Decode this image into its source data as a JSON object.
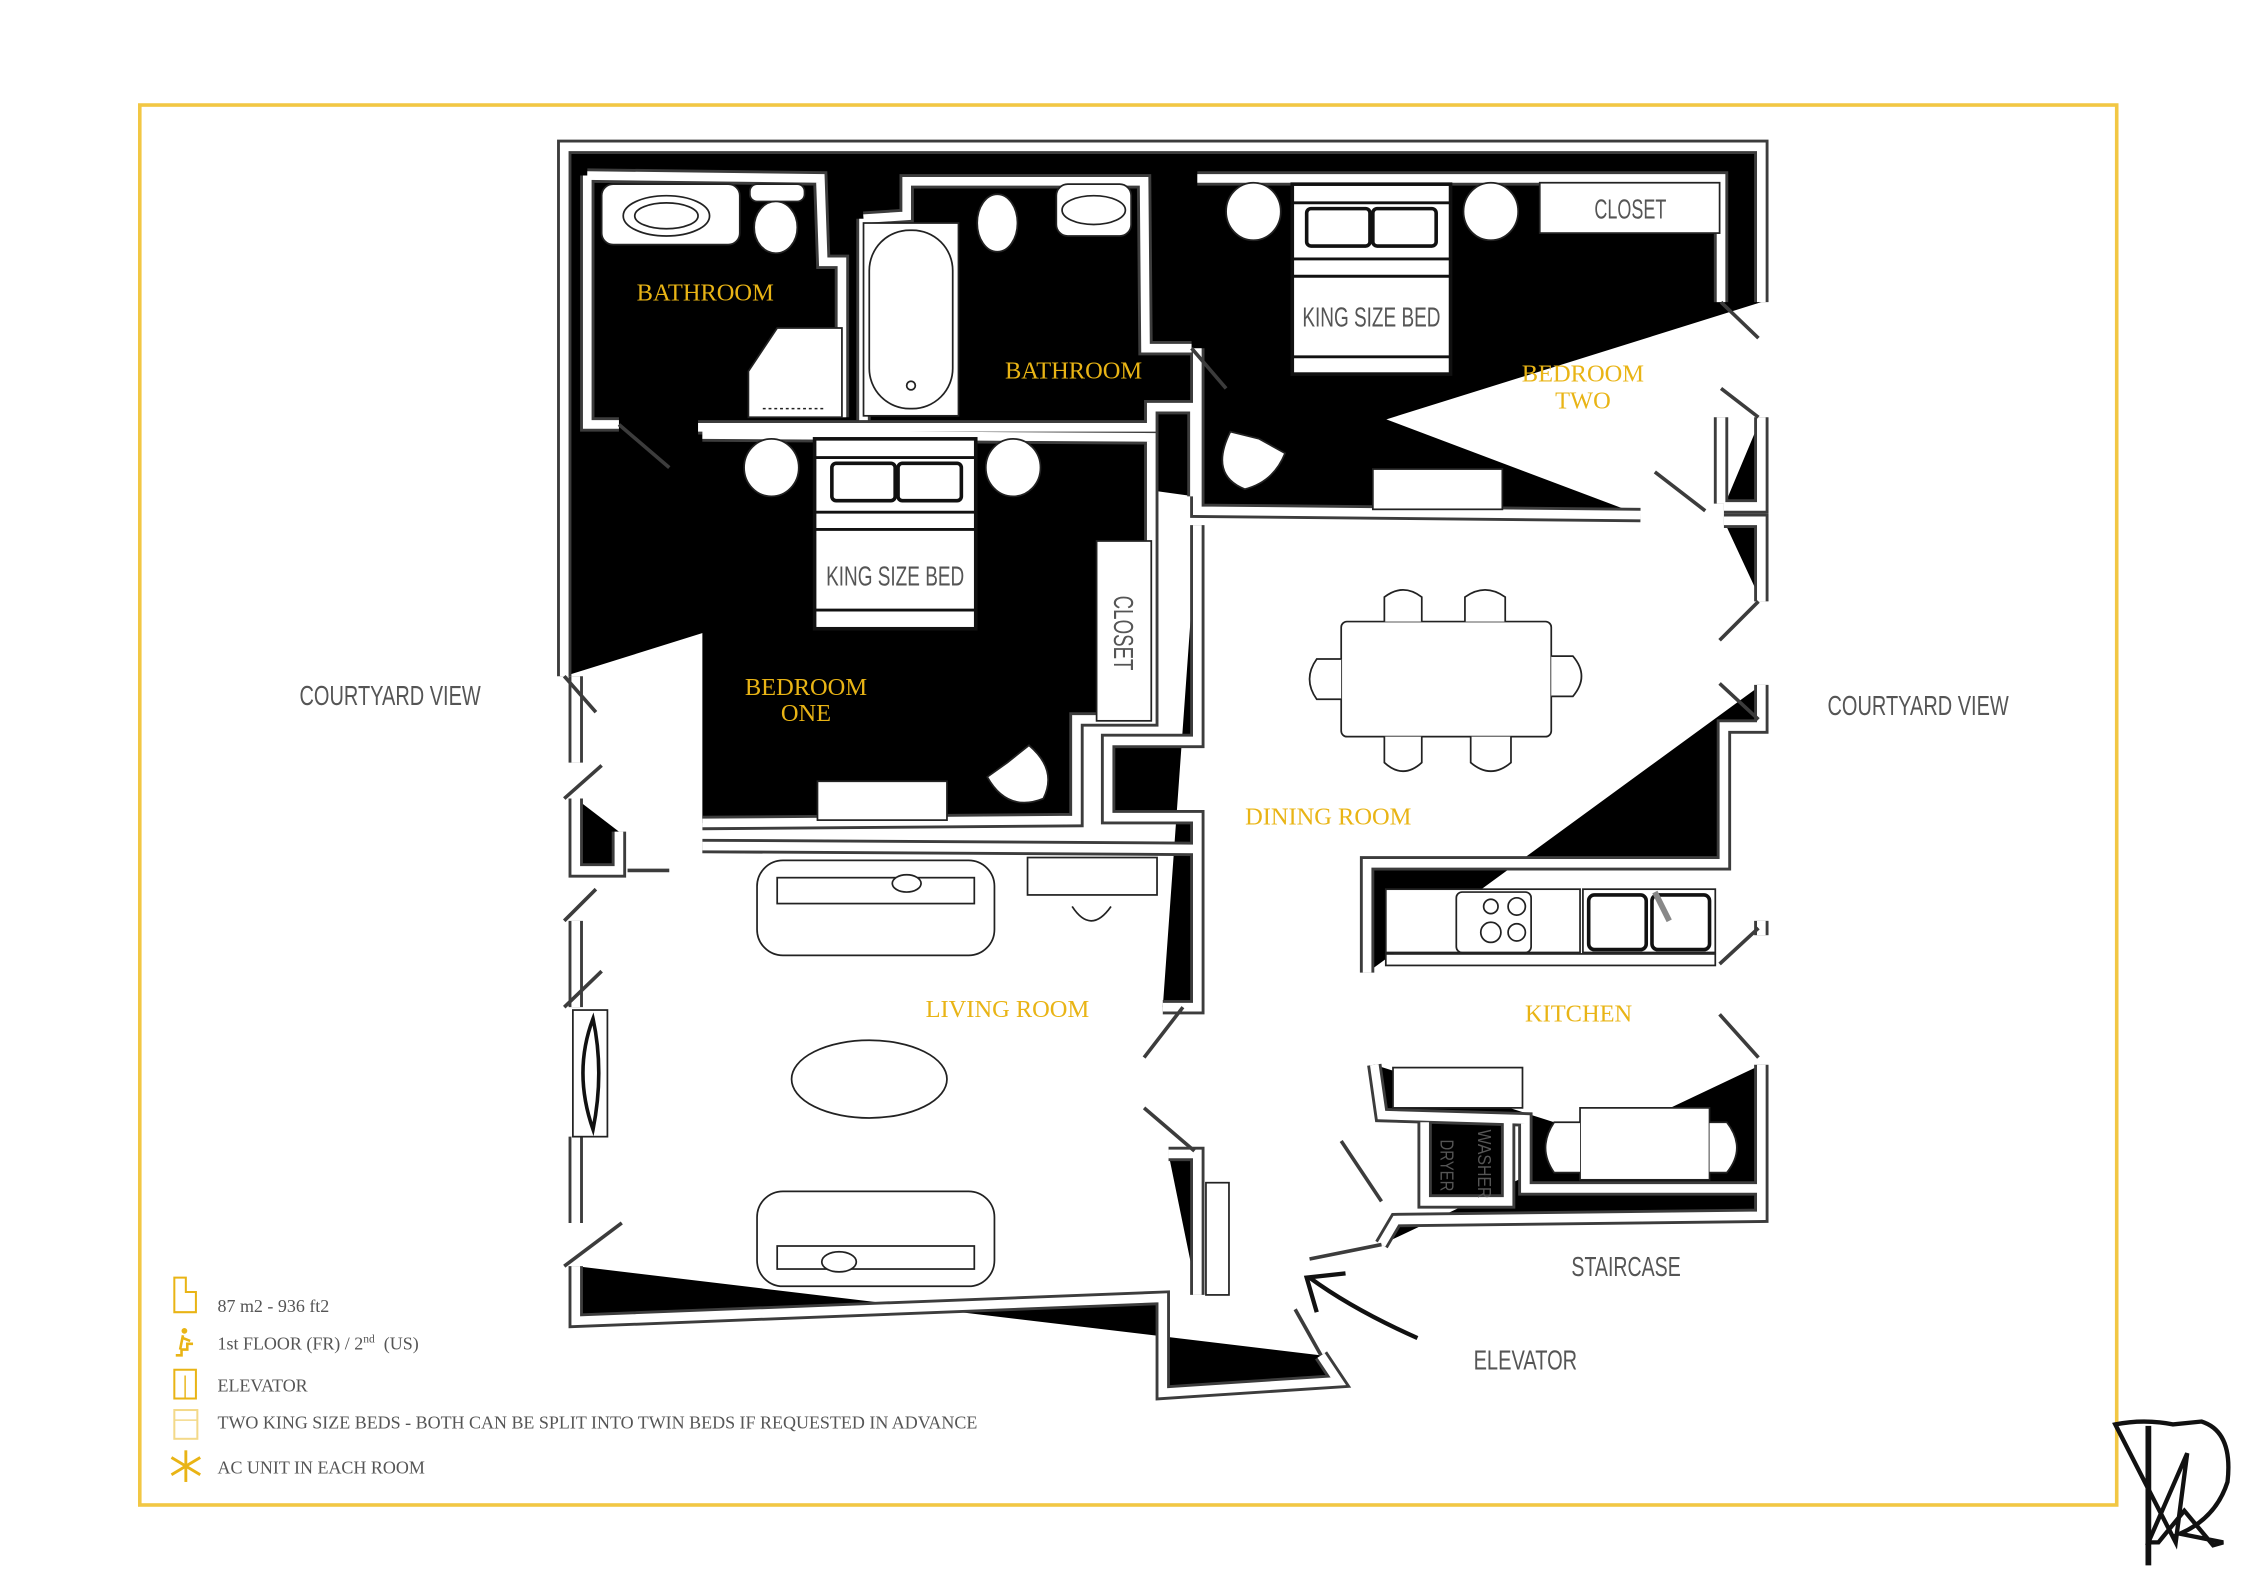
{
  "colors": {
    "frame": "#f2c744",
    "accent": "#e9b415",
    "wall": "#3c3c3c",
    "label_gray": "#555555"
  },
  "rooms": {
    "bathroom_1": "BATHROOM",
    "bathroom_2": "BATHROOM",
    "bedroom_one": [
      "BEDROOM",
      "ONE"
    ],
    "bedroom_two": [
      "BEDROOM",
      "TWO"
    ],
    "dining_room": "DINING ROOM",
    "living_room": "LIVING ROOM",
    "kitchen": "KITCHEN"
  },
  "labels": {
    "courtyard_left": "COURTYARD VIEW",
    "courtyard_right": "COURTYARD VIEW",
    "bed_one": "KING SIZE BED",
    "bed_two": "KING SIZE BED",
    "closet_one": "CLOSET",
    "closet_two": "CLOSET",
    "washer": "WASHER",
    "dryer": "DRYER",
    "staircase": "STAIRCASE",
    "elevator": "ELEVATOR"
  },
  "legend": [
    {
      "icon": "floor-area-icon",
      "text": "87 m2 - 936 ft2"
    },
    {
      "icon": "stairs-person-icon",
      "text": "1st  FLOOR (FR) / 2",
      "sup": "nd",
      "suffix": "  (US)"
    },
    {
      "icon": "elevator-icon",
      "text": "ELEVATOR"
    },
    {
      "icon": "bed-icon",
      "text": "TWO KING SIZE BEDS - BOTH CAN BE SPLIT INTO TWIN BEDS IF REQUESTED IN ADVANCE"
    },
    {
      "icon": "snowflake-icon",
      "text": "AC UNIT IN EACH ROOM"
    }
  ],
  "logo": {
    "text": "TA"
  }
}
